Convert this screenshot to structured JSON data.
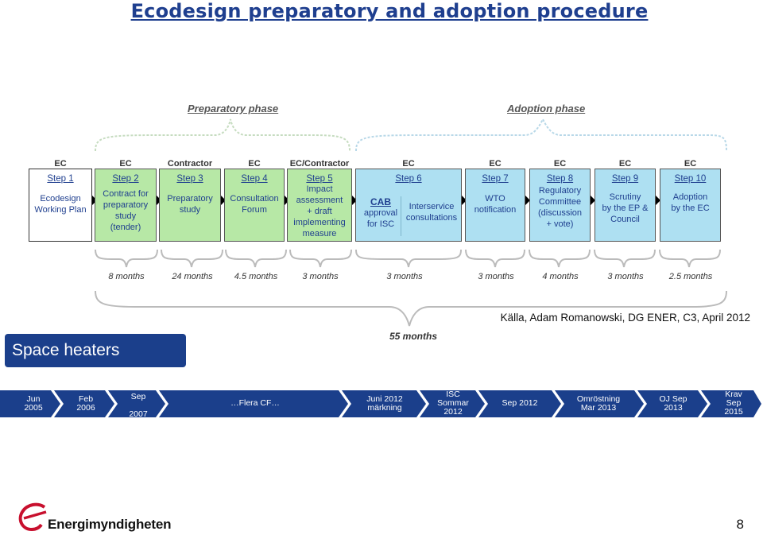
{
  "title": "Ecodesign preparatory and adoption procedure",
  "phases": {
    "preparatory": "Preparatory phase",
    "adoption": "Adoption phase"
  },
  "actors": [
    "EC",
    "EC",
    "Contractor",
    "EC",
    "EC/Contractor",
    "EC",
    "EC",
    "EC",
    "EC",
    "EC"
  ],
  "steps": [
    {
      "title": "Step 1",
      "text": "Ecodesign\nWorking Plan"
    },
    {
      "title": "Step 2",
      "text": "Contract for\npreparatory\nstudy\n(tender)"
    },
    {
      "title": "Step 3",
      "text": "Preparatory\nstudy"
    },
    {
      "title": "Step 4",
      "text": "Consultation\nForum"
    },
    {
      "title": "Step 5",
      "text": "Impact\nassessment\n+ draft\nimplementing\nmeasure"
    },
    {
      "title": "Step 6",
      "cab": "CAB",
      "cab_text": "approval\nfor ISC",
      "text": "Interservice\nconsultations"
    },
    {
      "title": "Step 7",
      "text": "WTO\nnotification"
    },
    {
      "title": "Step 8",
      "text": "Regulatory\nCommittee\n(discussion\n+ vote)"
    },
    {
      "title": "Step 9",
      "text": "Scrutiny\nby the EP &\nCouncil"
    },
    {
      "title": "Step 10",
      "text": "Adoption\nby the EC"
    }
  ],
  "durations": [
    "8 months",
    "24 months",
    "4.5 months",
    "3 months",
    "3 months",
    "3 months",
    "4 months",
    "3 months",
    "2.5 months"
  ],
  "total_duration": "55 months",
  "source": "Källa, Adam Romanowski, DG ENER, C3, April 2012",
  "section_label": "Space heaters",
  "timeline": [
    "Jun\n2005",
    "Feb\n2006",
    "Sep\n\n2007",
    "…Flera CF…",
    "Juni 2012\nmärkning",
    "ISC\nSommar\n2012",
    "Sep 2012",
    "Omröstning\nMar 2013",
    "OJ Sep\n2013",
    "Krav\nSep\n2015"
  ],
  "brand": "Energimyndigheten",
  "page_number": "8",
  "colors": {
    "title": "#1f3f8f",
    "step_white": "#ffffff",
    "step_green": "#b7e8a6",
    "step_blue": "#aee0f2",
    "timeline": "#1b3f8b",
    "section_box": "#1b3f8b",
    "brace": "#bbbbbb"
  }
}
